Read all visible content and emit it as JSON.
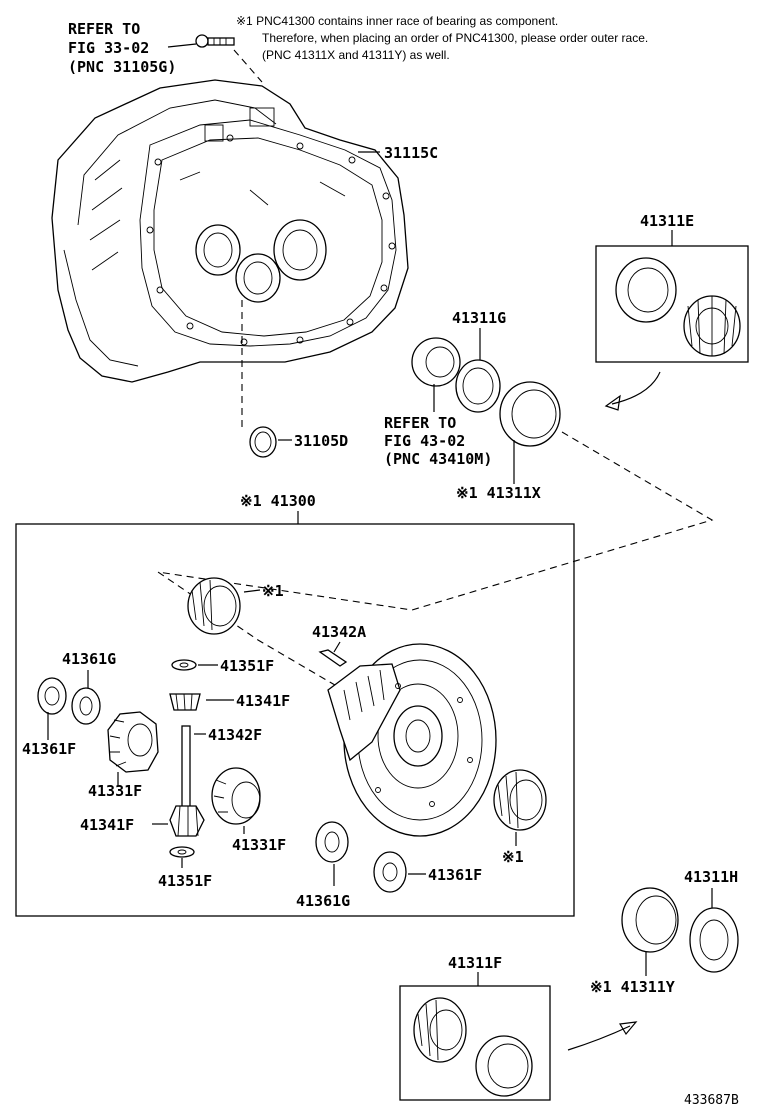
{
  "notes": {
    "line1": "※1 PNC41300 contains inner race of bearing as component.",
    "line2": "Therefore, when placing an order of PNC41300, please order outer race.",
    "line3": "(PNC 41311X and 41311Y) as well."
  },
  "refs": {
    "fig33": [
      "REFER TO",
      "FIG 33-02",
      "(PNC 31105G)"
    ],
    "fig43": [
      "REFER TO",
      "FIG 43-02",
      "(PNC 43410M)"
    ]
  },
  "labels": {
    "p31115C": "31115C",
    "p31105D": "31105D",
    "p41311E": "41311E",
    "p41311G": "41311G",
    "p41311X": "※1 41311X",
    "p41300": "※1 41300",
    "p41342A": "41342A",
    "p41361G_top": "41361G",
    "p41351F_top": "41351F",
    "p41341F_top": "41341F",
    "p41342F": "41342F",
    "p41361F_left": "41361F",
    "p41331F_left": "41331F",
    "p41341F_bottom": "41341F",
    "p41331F_right": "41331F",
    "p41351F_bottom": "41351F",
    "p41361G_bottom": "41361G",
    "p41361F_right": "41361F",
    "mark_upper": "※1",
    "mark_lower": "※1",
    "p41311H": "41311H",
    "p41311F": "41311F",
    "p41311Y": "※1 41311Y"
  },
  "figure_id": "433687B"
}
